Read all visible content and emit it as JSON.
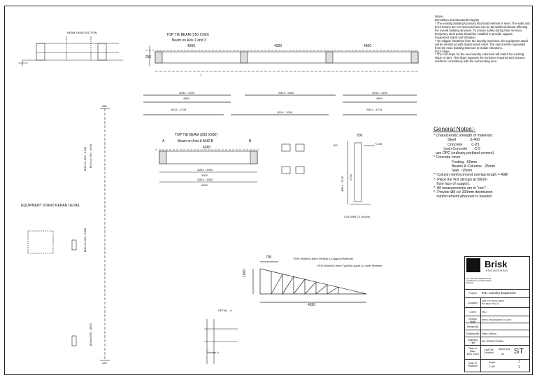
{
  "drawing": {
    "beam_section_title": "BEAM SAND SECTION",
    "top_tie_beam_1": "TOP TIE BEAM (250 X200)",
    "beam_axis_1": "Beam on Axis  1 and 3",
    "dim_4300_a": "4300",
    "dim_4300_b": "4300",
    "dim_4300_c": "4300",
    "dim_250": "250",
    "axis_1": "1",
    "bar_top_1": "2Ø14 - 5200",
    "bar_top_1_len": "4800",
    "bar_mid_1": "2Ø14 - 5300",
    "bar_right_1": "2Ø14 - 5200",
    "bar_right_1_len": "4800",
    "bar_bot_left": "2Ø14 - 4743",
    "bar_bot_mid": "2Ø14 - 5300",
    "bar_bot_right": "2Ø14 - 4743",
    "top_tie_beam_2": "TOP TIE BEAM (250 X200)",
    "beam_axis_2": "Beam on Axis  A AND B",
    "axis_a": "A",
    "axis_b": "B",
    "dim_4380": "4380",
    "bar_top_2": "2Ø14 - 5000",
    "bar_top_2_len": "4300",
    "bar_bot_2": "2Ø14 - 5000",
    "bar_bot_2_len": "4300",
    "col_dim_200": "200",
    "col_dim_100": "100",
    "col_level": "+2.80",
    "col_dim_2700": "2700",
    "col_bar": "4Ø14 - 3100",
    "col_label": "COLUMN C1 (8 pcs)",
    "equip_label": "EQUIPMENT STAND REBAR DETAIL",
    "stand_bar_1": "Ø10 c/c 300 - 4140",
    "stand_bar_2": "Ø10 c/c 200 - 4600",
    "stand_bar_3": "Ø10 c/c 200 - 5300",
    "stand_bar_4": "Ø10c/c200 - 4600",
    "stand_top": "250",
    "stand_bottom": "220",
    "detail_a": "DETAIL - A",
    "section_a": "Section A",
    "truss_dim_700": "700",
    "truss_dim_1040": "1040",
    "truss_dim_4350": "4350",
    "truss_note_1": "RHS 80x80x2.5mm Vertical & Diagonal Member",
    "truss_note_2": "RHS 80x80x2.5mm Top/Bot Upper & Lower Member"
  },
  "notes": {
    "title": "Notes",
    "lines": [
      "Demolition and Structural Integrity",
      "  * The existing building's primary structural element is steel. The walls and brick beams are non-structural and can be demolished without affecting the overall building structure. To ensure safety during their removal, temporary steel posts should be installed to provide support.",
      "Equipment Stand and Vibration",
      "  * To mitigate vibrations from the laundry machines, the equipment stand will be reinforced with double mesh rebar. The stand will be separated from the main building structure to isolate vibrations.",
      "Roof Slope",
      "  * The roof slope for the new laundry extension will match the existing slope of 15%. This slope supports the minimum required and ensures aesthetic consistency with the surrounding area."
    ]
  },
  "general_notes": {
    "title": "General Notes:-",
    "lines": [
      "* Characteristic strength of materials:",
      "              Steel              S-400",
      "              Concrete         C-25",
      "          Lean Concrete       C-5",
      "  use OPC (ordinary portland cement)",
      "* Concrete cover",
      "                  Footing  -50mm",
      "                  Beams & Columns  -25mm",
      "                  Slab  -15mm",
      "*- Column reinforcement overlap length = 40Ø",
      "*- Place the first stirrups at 50mm",
      "   from face of support.",
      "*- All measurements are in \"mm\" .",
      "*- Provide Ø8 c/c 200mm distribution",
      "   reinforcement wherever is needed."
    ]
  },
  "title_block": {
    "company": "Brisk",
    "company_sub": "ENGINEERING",
    "contact": "Tel: +251 911 000000  Email: info@brisk.com  Addis Ababa, Ethiopia",
    "project_label": "Project",
    "project_value": "IRLI Laundry Expansion",
    "location_label": "Location",
    "location_value": "SUB CITY  BOLE  WEST ROHMAN  TDA etc",
    "client_label": "Client",
    "client_value": "IRLI",
    "design_label": "Design Team",
    "design_value": "BRISK ENGINEERING          CALVIN",
    "designby_label": "Design By",
    "designby_value": "",
    "drawnby_label": "Drawing By",
    "drawnby_value": "Nasa Jedhun",
    "title_label": "Drawing Title",
    "title_value": "IRLI STRUCTURAL",
    "issue_label": "Date of Issue",
    "issue_value": "JULY 2024",
    "cad_label": "Cad File Location",
    "sheet_label": "Sheet size",
    "sheet_value": "A1",
    "code": "ST",
    "rev_label": "Date of Revision",
    "scale_label": "Scale:",
    "scale_value": "1:100",
    "page_num": "1",
    "page_total": "1"
  }
}
